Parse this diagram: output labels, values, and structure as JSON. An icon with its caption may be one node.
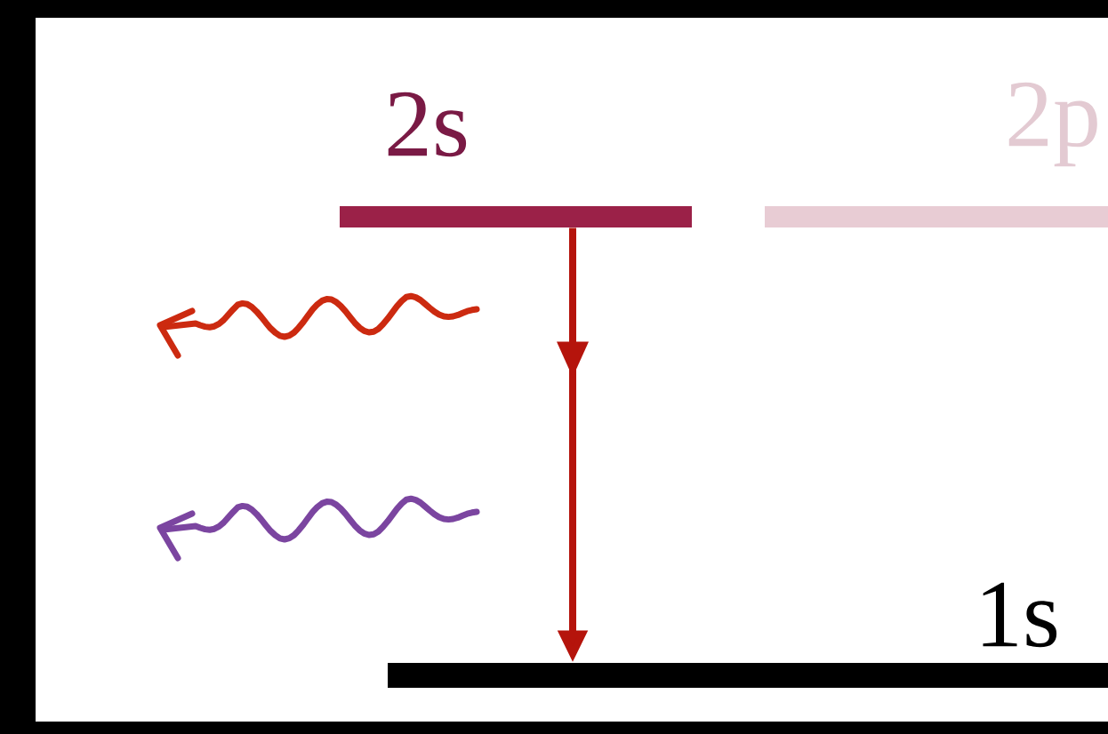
{
  "diagram": {
    "nodes": [
      {
        "text": [
          "2s"
        ]
      },
      {
        "text": [
          "2p"
        ]
      },
      {
        "text": [
          "1s"
        ]
      }
    ],
    "edges": [
      {
        "from": 0,
        "to": 2,
        "arrow": "to"
      }
    ]
  }
}
